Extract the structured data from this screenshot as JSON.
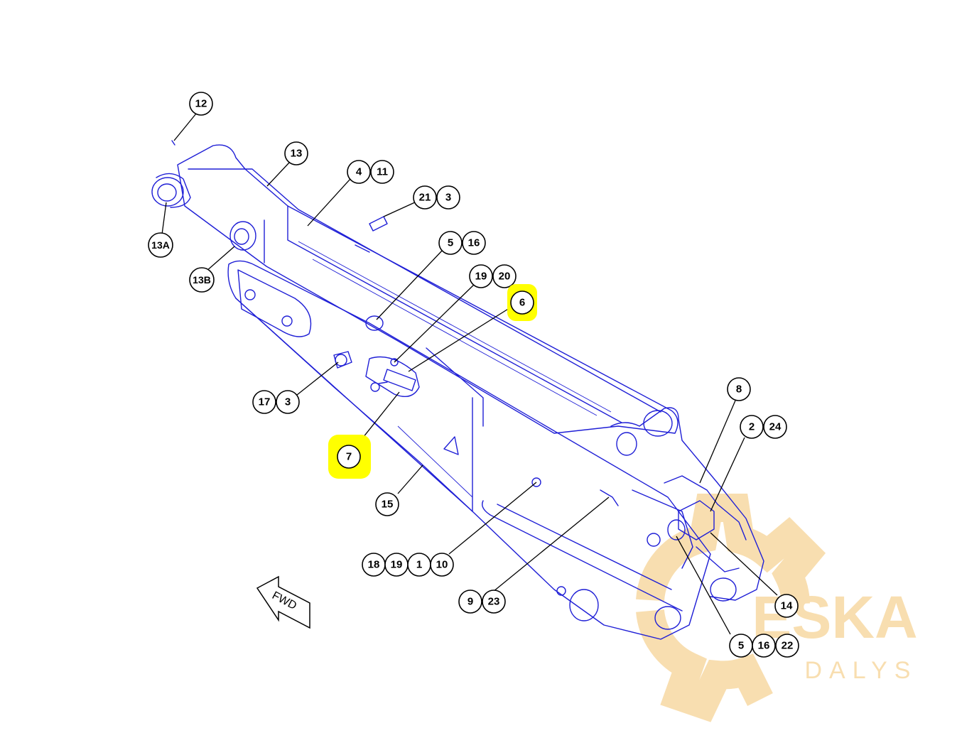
{
  "watermark": {
    "brand": "ESKA",
    "sub": "DALYS",
    "color": "#f7d9a3"
  },
  "colors": {
    "linework": "#1f1fd6",
    "highlight": "#ffff00",
    "callout_stroke": "#000000"
  },
  "fwd_label": "FWD",
  "callout_groups": [
    {
      "id": "c12",
      "labels": [
        "12"
      ]
    },
    {
      "id": "c13",
      "labels": [
        "13"
      ]
    },
    {
      "id": "c4-11",
      "labels": [
        "4",
        "11"
      ]
    },
    {
      "id": "c21-3",
      "labels": [
        "21",
        "3"
      ]
    },
    {
      "id": "c13a",
      "labels": [
        "13A"
      ]
    },
    {
      "id": "c13b",
      "labels": [
        "13B"
      ]
    },
    {
      "id": "c5-16a",
      "labels": [
        "5",
        "16"
      ]
    },
    {
      "id": "c19-20",
      "labels": [
        "19",
        "20"
      ]
    },
    {
      "id": "c6",
      "labels": [
        "6"
      ],
      "highlighted": true
    },
    {
      "id": "c17-3",
      "labels": [
        "17",
        "3"
      ]
    },
    {
      "id": "c7",
      "labels": [
        "7"
      ],
      "highlighted": true
    },
    {
      "id": "c8",
      "labels": [
        "8"
      ]
    },
    {
      "id": "c2-24",
      "labels": [
        "2",
        "24"
      ]
    },
    {
      "id": "c15",
      "labels": [
        "15"
      ]
    },
    {
      "id": "c18-19-1-10",
      "labels": [
        "18",
        "19",
        "1",
        "10"
      ]
    },
    {
      "id": "c9-23",
      "labels": [
        "9",
        "23"
      ]
    },
    {
      "id": "c14",
      "labels": [
        "14"
      ]
    },
    {
      "id": "c5-16-22",
      "labels": [
        "5",
        "16",
        "22"
      ]
    }
  ]
}
